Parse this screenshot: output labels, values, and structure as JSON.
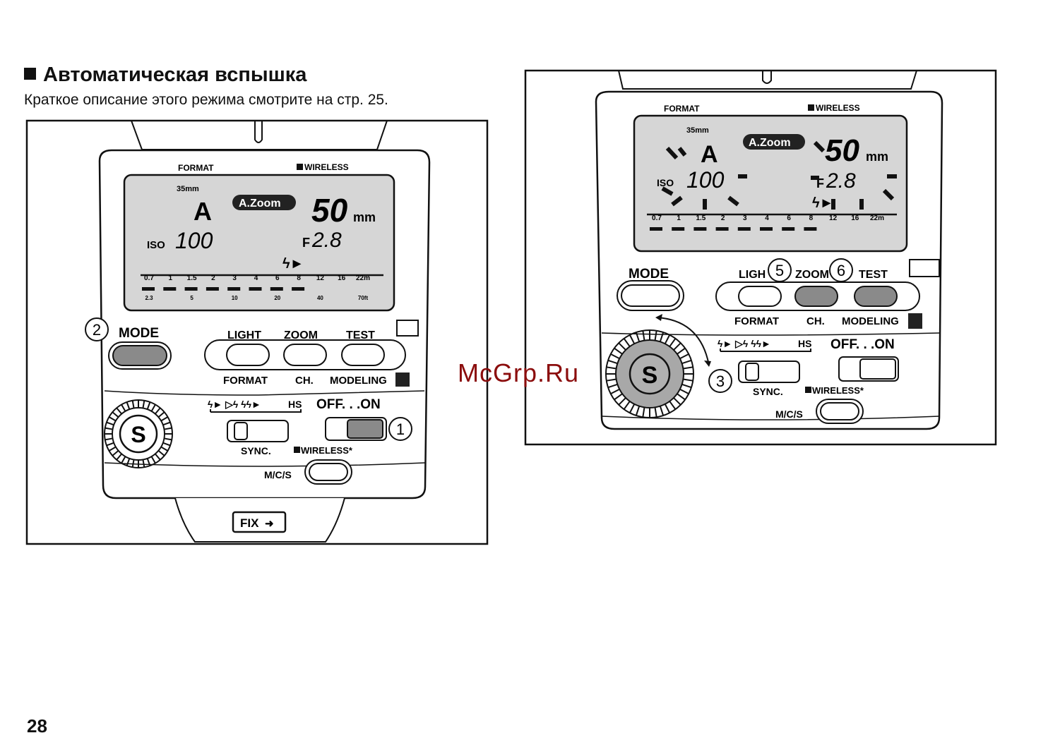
{
  "heading": {
    "title": "Автоматическая вспышка",
    "subtitle": "Краткое описание этого режима смотрите на стр. 25."
  },
  "page_number": "28",
  "watermark": "McGrp.Ru",
  "flash_panel": {
    "format_label": "FORMAT",
    "wireless_label": "WIRELESS",
    "lcd": {
      "film_format": "35mm",
      "mode": "A",
      "zoom_badge": "A.Zoom",
      "zoom_value": "50",
      "zoom_unit": "mm",
      "iso_label": "ISO",
      "iso_value": "100",
      "aperture_prefix": "F",
      "aperture_value": "2.8",
      "distance_m": [
        "0.7",
        "1",
        "1.5",
        "2",
        "3",
        "4",
        "6",
        "8",
        "12",
        "16",
        "22m"
      ],
      "distance_ft": [
        "2.3",
        "5",
        "10",
        "20",
        "40",
        "70ft"
      ]
    },
    "buttons": {
      "mode": "MODE",
      "light": "LIGHT",
      "zoom": "ZOOM",
      "test": "TEST",
      "format": "FORMAT",
      "ch": "CH.",
      "modeling": "MODELING"
    },
    "dial_label": "S",
    "off_on": "OFF. . .ON",
    "hss": "HS",
    "sync": "SYNC.",
    "wireless_switch": "WIRELESS*",
    "mcs": "M/C/S",
    "fix": "FIX"
  },
  "callouts": {
    "left": [
      "2",
      "1"
    ],
    "right": [
      "5",
      "6",
      "3"
    ]
  },
  "right_partial_labels": {
    "light": "LIGH",
    "zoom": "ZOOM"
  }
}
